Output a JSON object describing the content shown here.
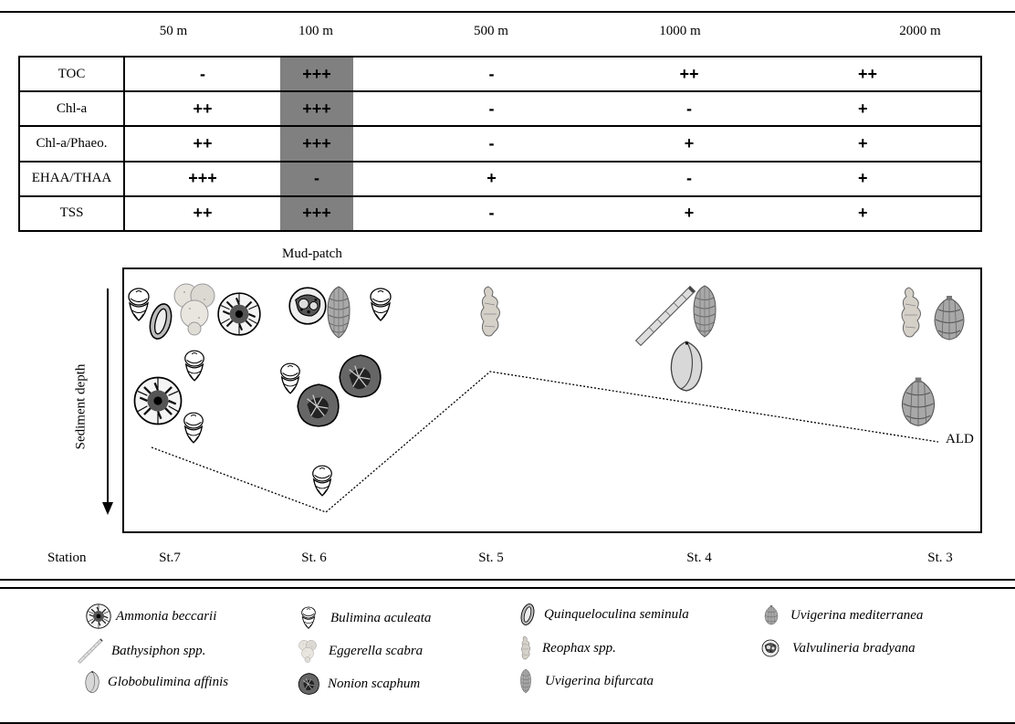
{
  "depths": [
    "50 m",
    "100 m",
    "500 m",
    "1000 m",
    "2000 m"
  ],
  "parameters": [
    {
      "label": "TOC",
      "values": [
        "-",
        "+++",
        "-",
        "++",
        "++"
      ]
    },
    {
      "label": "Chl-a",
      "values": [
        "++",
        "+++",
        "-",
        "-",
        "+"
      ]
    },
    {
      "label": "Chl-a/Phaeo.",
      "values": [
        "++",
        "+++",
        "-",
        "+",
        "+"
      ]
    },
    {
      "label": "EHAA/THAA",
      "values": [
        "+++",
        "-",
        "+",
        "-",
        "+"
      ]
    },
    {
      "label": "TSS",
      "values": [
        "++",
        "+++",
        "-",
        "+",
        "+"
      ]
    }
  ],
  "mud_patch_label": "Mud-patch",
  "sediment_depth_label": "Sediment depth",
  "ald_label": "ALD",
  "station_label": "Station",
  "stations": [
    "St.7",
    "St. 6",
    "St. 5",
    "St. 4",
    "St. 3"
  ],
  "legend": [
    {
      "name": "Ammonia beccarii",
      "icon": "ammonia-icon"
    },
    {
      "name": "Bathysiphon spp.",
      "icon": "bathysiphon-icon"
    },
    {
      "name": "Globobulimina affinis",
      "icon": "globobulimina-icon"
    },
    {
      "name": "Bulimina aculeata",
      "icon": "bulimina-icon"
    },
    {
      "name": "Eggerella scabra",
      "icon": "eggerella-icon"
    },
    {
      "name": "Nonion scaphum",
      "icon": "nonion-icon"
    },
    {
      "name": "Quinqueloculina seminula",
      "icon": "quinqueloculina-icon"
    },
    {
      "name": "Reophax spp.",
      "icon": "reophax-icon"
    },
    {
      "name": "Uvigerina bifurcata",
      "icon": "uvigerina-bifurcata-icon"
    },
    {
      "name": "Uvigerina mediterranea",
      "icon": "uvigerina-mediterranea-icon"
    },
    {
      "name": "Valvulineria bradyana",
      "icon": "valvulineria-icon"
    }
  ],
  "colors": {
    "mud_patch_fill": "#808080",
    "line": "#000000"
  }
}
